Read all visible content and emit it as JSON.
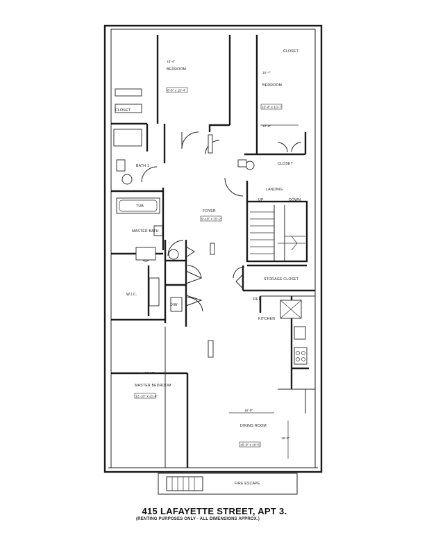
{
  "caption": {
    "title": "415 LAFAYETTE STREET, APT 3.",
    "subtitle": "(RENTING PURPOSES ONLY - ALL DIMENSIONS APPROX.)"
  },
  "rooms": {
    "bedroom_1": "BEDROOM",
    "bedroom_2": "BEDROOM",
    "bath_1": "BATH 1",
    "master_bath": "MASTER BATH",
    "wic": "W.I.C.",
    "master_bedroom": "MASTER BEDROOM",
    "foyer": "FOYER",
    "landing": "LANDING",
    "storage_closet": "STORAGE CLOSET",
    "kitchen": "KITCHEN",
    "dining_room": "DINING ROOM",
    "closet": "CLOSET",
    "fire_escape": "FIRE ESCAPE",
    "up": "UP",
    "down": "DOWN",
    "tub": "TUB",
    "dw": "D/W",
    "ref": "REF"
  },
  "dims": {
    "bedroom_1_w": "15'-4\"",
    "bedroom_1_box": "8'-6\" x 15'-4\"",
    "bedroom_2_w": "10'-7\"",
    "bedroom_2_box": "10'-4\" x 10'-7\"",
    "bedroom_2_ext": "10'-8\"",
    "foyer_box": "9'-10\" x 15'-2\"",
    "master_w": "12'-10\"",
    "master_box": "12'-10\" x 21'-6\"",
    "dining_w": "15'-9\"",
    "dining_h": "16'-5\"",
    "dining_box": "15'-9\" x 16'-5\""
  }
}
